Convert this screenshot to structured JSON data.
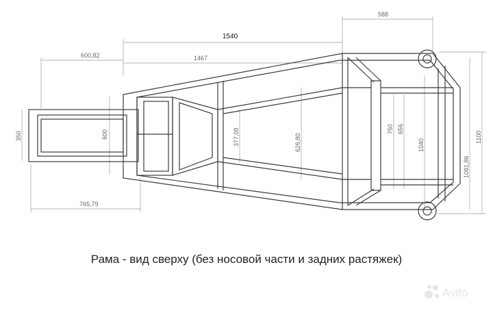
{
  "drawing": {
    "title": "Рама - вид сверху (без носовой части и задних растяжек)",
    "dimensions": {
      "overall_length": "1540",
      "rear_section": "588",
      "nose_offset": "600,82",
      "mid_length": "1467",
      "tail_overall": "765,79",
      "nose_width": "350",
      "nose_inner": "600",
      "inner_narrow": "377,08",
      "inner_wide": "626,80",
      "rear_inner_a": "750",
      "rear_inner_b": "656",
      "rear_mid": "1040",
      "rear_total": "1081,86",
      "rear_outer": "1100"
    }
  },
  "watermark": {
    "text": "Avito",
    "icon": "avito-logo-icon"
  },
  "colors": {
    "frame": "#3a3a3a",
    "dimension": "#9a9a9a",
    "text": "#222222"
  }
}
